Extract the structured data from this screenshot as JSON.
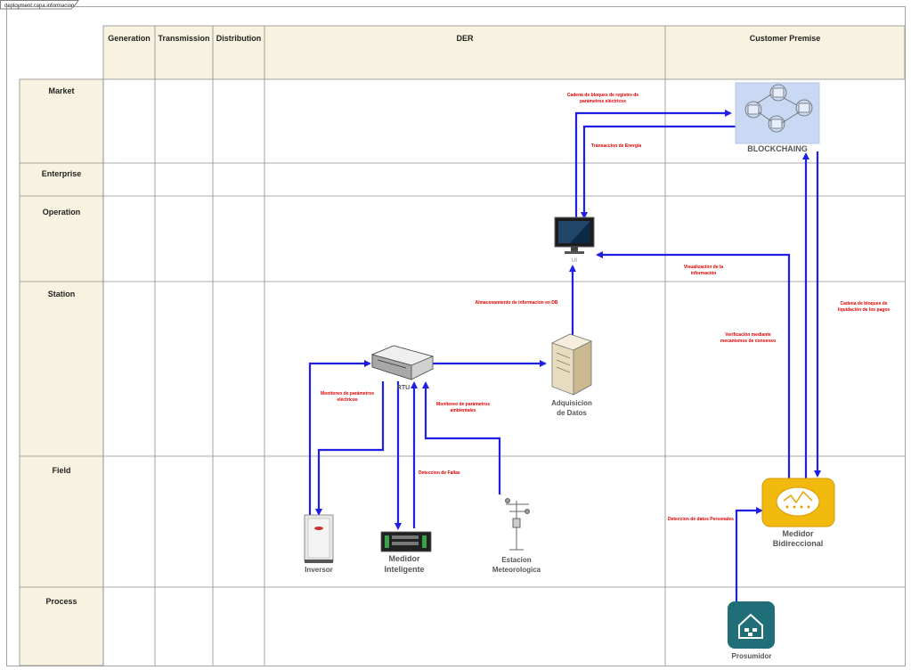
{
  "frame": {
    "title": "deployment capa informacion"
  },
  "columns": [
    "Generation",
    "Transmission",
    "Distribution",
    "DER",
    "Customer Premise"
  ],
  "rows": [
    "Market",
    "Enterprise",
    "Operation",
    "Station",
    "Field",
    "Process"
  ],
  "devices": {
    "blockchain": "BLOCKCHAING",
    "rtu": "RTU",
    "adquisicion_line1": "Adquisicion",
    "adquisicion_line2": "de Datos",
    "inversor": "Inversor",
    "medidor_int_line1": "Medidor",
    "medidor_int_line2": "Inteligente",
    "estacion_line1": "Estacion",
    "estacion_line2": "Meteorologica",
    "medidor_bi_line1": "Medidor",
    "medidor_bi_line2": "Bidireccional",
    "prosumidor": "Prosumidor",
    "ui": "UI"
  },
  "annotations": {
    "cadena_registro_1": "Cadena de bloques de registro de",
    "cadena_registro_2": "parámetros eléctricos",
    "transaccion": "Transaccion de Energia",
    "visualizacion_1": "Visualización de la",
    "visualizacion_2": "información",
    "cadena_pagos_1": "Cadena de bloques de",
    "cadena_pagos_2": "liquidación de los pagos",
    "almacenamiento": "Almacenamiento de informacion en DB",
    "verificacion_1": "Verificación mediante",
    "verificacion_2": "mecanismos de consenso",
    "monitoreo_elec_1": "Monitoreo de parámetros",
    "monitoreo_elec_2": "eléctricos",
    "monitoreo_amb_1": "Monitoreo de parámetros",
    "monitoreo_amb_2": "ambientales",
    "deteccion_fallas": "Deteccion de Fallas",
    "deteccion_datos": "Deteccion de datos Personales"
  },
  "colors": {
    "header_fill": "#f7f3e0",
    "grid_line": "#8c8c8c",
    "connector": "#1f1fe6",
    "annotation": "#e00000",
    "blockchain_bg": "#c9d8f3",
    "medidor_bi": "#f2b90f",
    "prosumidor": "#1f6e78"
  }
}
